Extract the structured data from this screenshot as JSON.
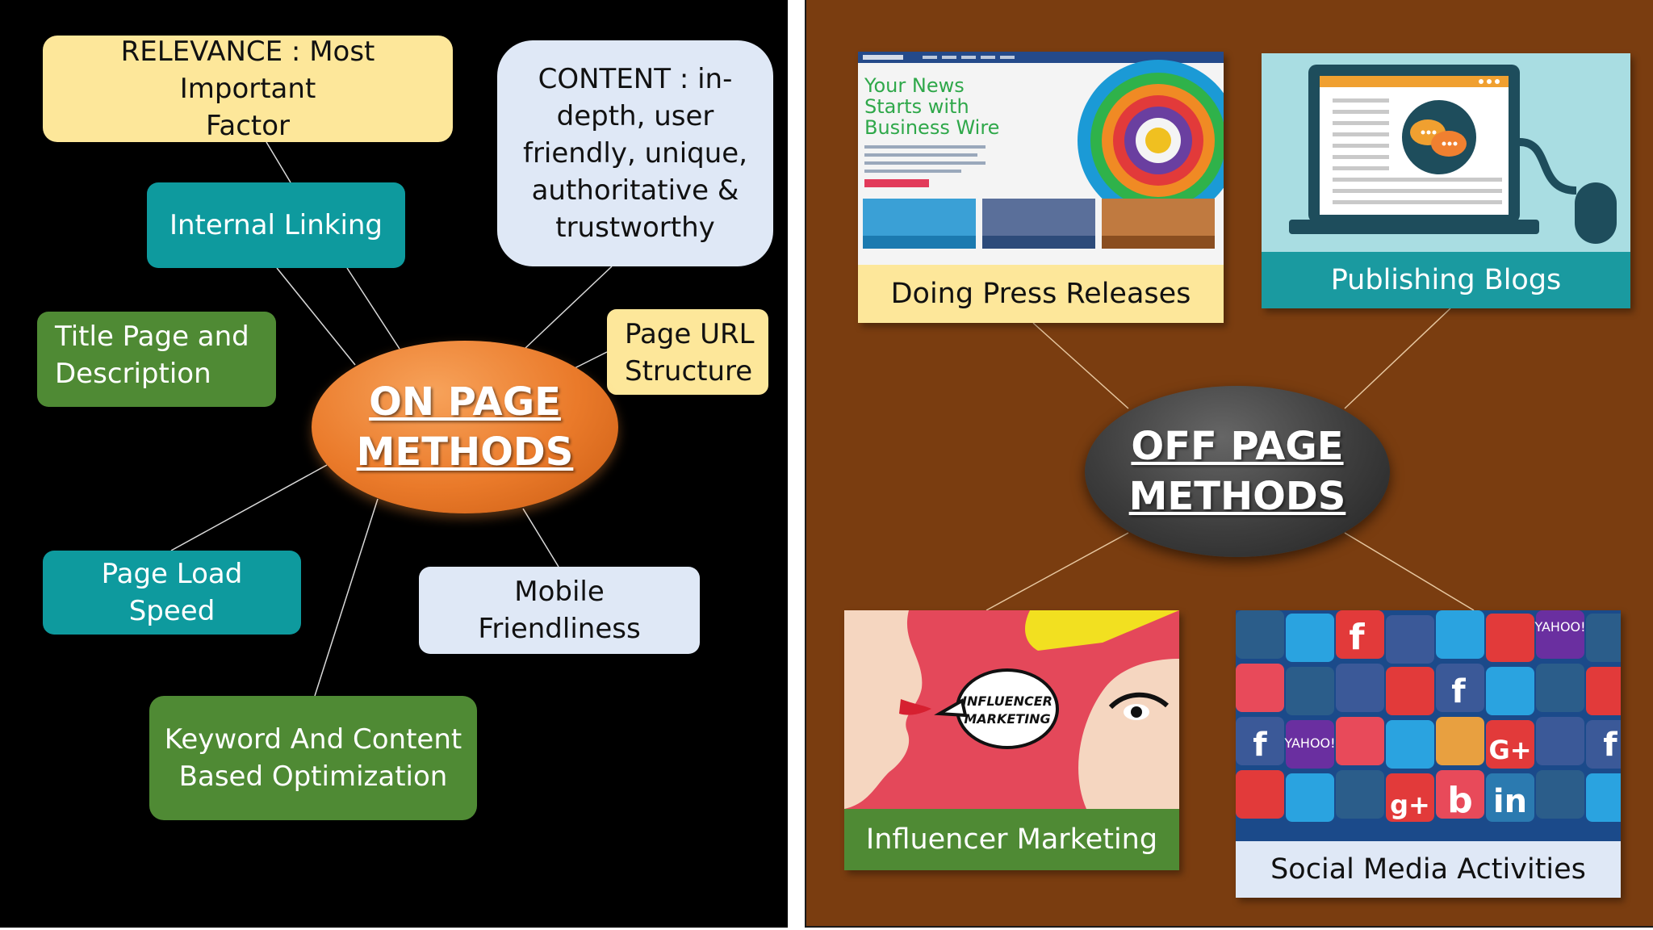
{
  "on_page": {
    "hub": {
      "line1": "ON PAGE",
      "line2": "METHODS"
    },
    "relevance": {
      "line1": "RELEVANCE : Most Important",
      "line2": "Factor"
    },
    "internal_linking": "Internal Linking",
    "content": {
      "line1": "CONTENT : in-",
      "line2": "depth, user",
      "line3": "friendly,  unique,",
      "line4": "authoritative &",
      "line5": "trustworthy"
    },
    "title_page": {
      "line1": "Title Page and",
      "line2": "Description"
    },
    "page_url": {
      "line1": "Page URL",
      "line2": "Structure"
    },
    "page_load_speed": "Page Load Speed",
    "mobile_friendliness": "Mobile Friendliness",
    "keyword": {
      "line1": "Keyword And Content",
      "line2": "Based Optimization"
    }
  },
  "off_page": {
    "hub": {
      "line1": "OFF PAGE",
      "line2": "METHODS"
    },
    "press_releases": {
      "caption": "Doing Press Releases",
      "screenshot_headline": {
        "line1": "Your News",
        "line2": "Starts with",
        "line3": "Business Wire"
      }
    },
    "blogs": {
      "caption": "Publishing Blogs"
    },
    "influencer": {
      "caption": "Influencer Marketing",
      "bubble": {
        "line1": "INFLUENCER",
        "line2": "MARKETING"
      }
    },
    "social": {
      "caption": "Social Media Activities",
      "tile_labels": [
        "YAHOO!",
        "YAHOO!"
      ]
    }
  },
  "colors": {
    "left_background": "#000000",
    "right_background": "#7a3d10",
    "yellow_box": "#fde79a",
    "teal_box": "#0e9a9e",
    "green_box": "#4f8a34",
    "pale_box": "#dfe8f6",
    "on_page_hub": "#ea7a2a",
    "off_page_hub": "#3d3d3d"
  }
}
